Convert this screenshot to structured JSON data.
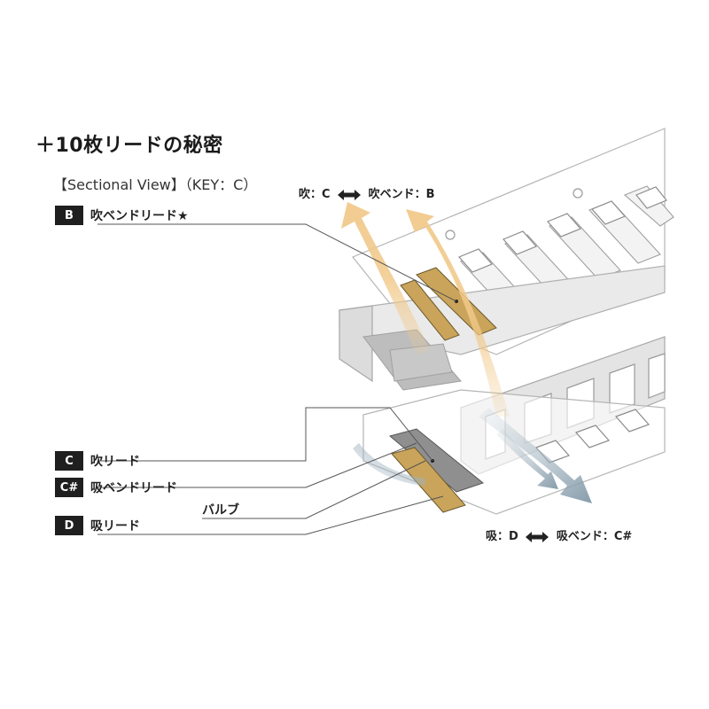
{
  "title": "＋10枚リードの秘密",
  "subtitle": "【Sectional View】（KEY：C）",
  "blow_label": {
    "left": "吹：C",
    "right": "吹ベンド：B"
  },
  "draw_label": {
    "left": "吸：D",
    "right": "吸ベンド：C#"
  },
  "legend": [
    {
      "key": "B",
      "text": "吹ベンドリード★"
    },
    {
      "key": "C",
      "text": "吹リード"
    },
    {
      "key": "C#",
      "text": "吸ベンドリード"
    },
    {
      "key": "D",
      "text": "吸リード"
    }
  ],
  "valve_label": "バルブ",
  "colors": {
    "badge": "#1f1f1f",
    "reed_gold": "#c9a45a",
    "reed_gray": "#8f8f8f",
    "blow_arrow": "#f1c98a",
    "draw_arrow": "#8fa3b0",
    "plate_stroke": "#b5b5b5",
    "comb_fill": "#e4e4e4"
  }
}
